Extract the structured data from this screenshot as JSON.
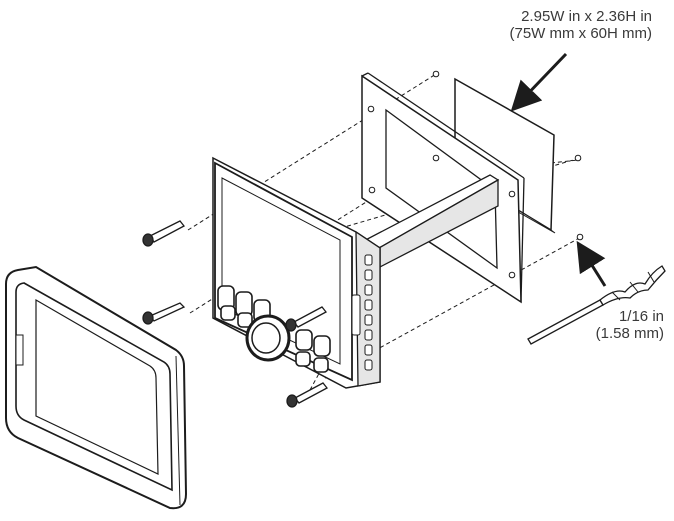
{
  "cutout_label": {
    "line1": "2.95W in x 2.36H in",
    "line2": "(75W mm x 60H mm)"
  },
  "drill_label": {
    "line1": "1/16 in",
    "line2": "(1.58 mm)"
  },
  "colors": {
    "line": "#1c1c1c",
    "fill": "#ffffff",
    "shade": "#e6e6e6",
    "dark": "#333333"
  }
}
